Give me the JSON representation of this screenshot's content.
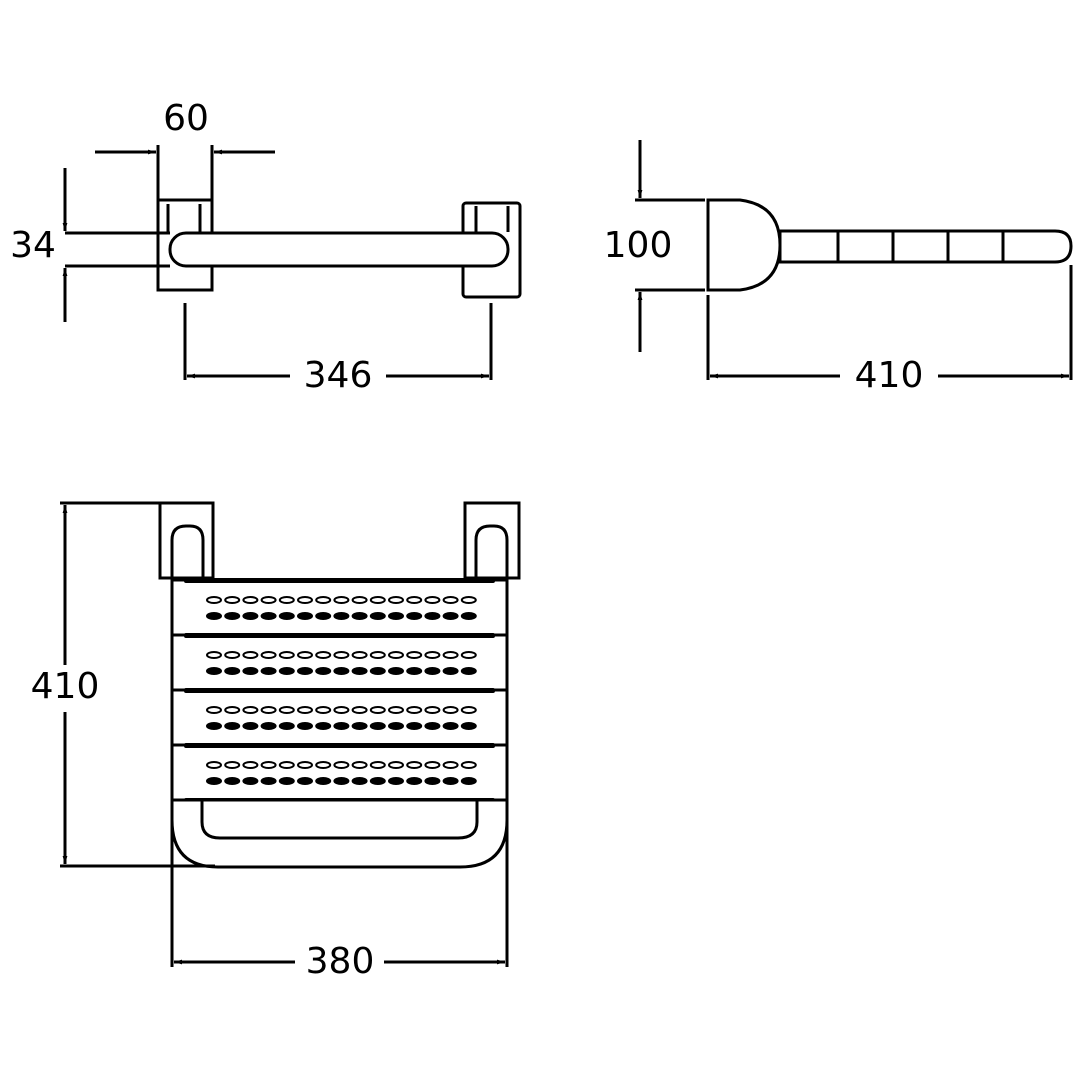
{
  "title": "Folding shower seat dimension drawing",
  "dimensions": {
    "side_view": {
      "bracket_width": "60",
      "bar_thickness": "34",
      "bracket_spacing": "346"
    },
    "end_view": {
      "height": "100",
      "depth": "410"
    },
    "top_view": {
      "depth": "410",
      "width": "380"
    }
  },
  "seat": {
    "slats": 4,
    "hole_rows_per_slat": 2,
    "holes_per_row": 15
  },
  "colors": {
    "line": "#000000",
    "background": "#ffffff"
  }
}
